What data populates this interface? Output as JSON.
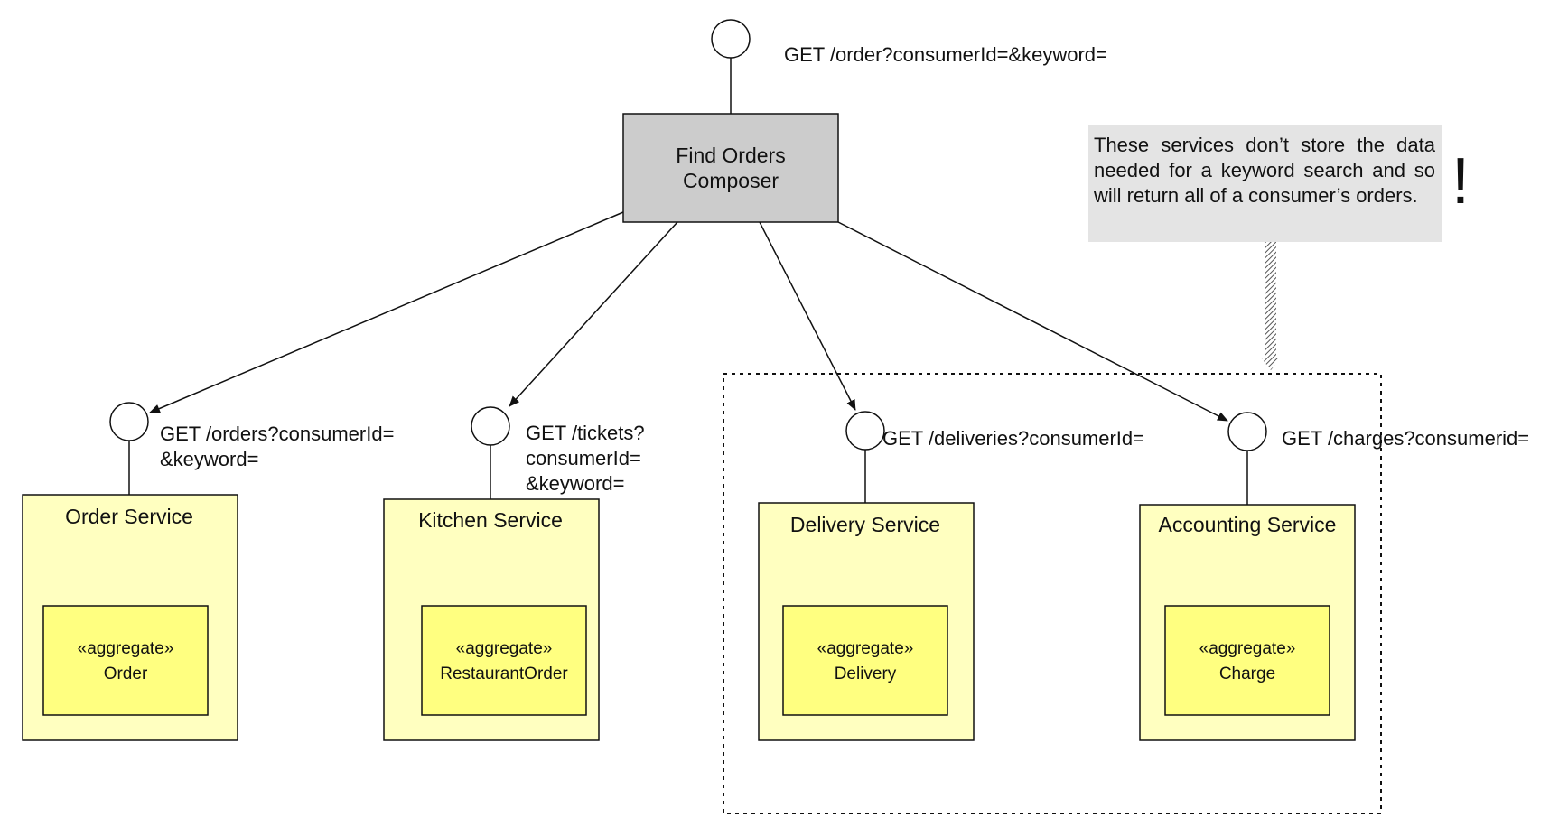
{
  "colors": {
    "composer_fill": "#cccccc",
    "service_fill": "#ffffc0",
    "aggregate_fill": "#ffff80",
    "note_fill": "#e4e4e4"
  },
  "composer": {
    "line1": "Find Orders",
    "line2": "Composer",
    "endpoint": "GET /order?consumerId=&keyword="
  },
  "services": [
    {
      "name": "Order Service",
      "stereotype": "«aggregate»",
      "aggregate": "Order",
      "endpoint_lines": [
        "GET /orders?consumerId=",
        "&keyword="
      ]
    },
    {
      "name": "Kitchen Service",
      "stereotype": "«aggregate»",
      "aggregate": "RestaurantOrder",
      "endpoint_lines": [
        "GET /tickets?",
        "consumerId=",
        "&keyword="
      ]
    },
    {
      "name": "Delivery Service",
      "stereotype": "«aggregate»",
      "aggregate": "Delivery",
      "endpoint_lines": [
        "GET /deliveries?consumerId="
      ]
    },
    {
      "name": "Accounting Service",
      "stereotype": "«aggregate»",
      "aggregate": "Charge",
      "endpoint_lines": [
        "GET /charges?consumerid="
      ]
    }
  ],
  "note": {
    "text": "These services don’t store the data needed for a keyword search and so will return all of a consumer’s orders.",
    "mark": "!"
  }
}
